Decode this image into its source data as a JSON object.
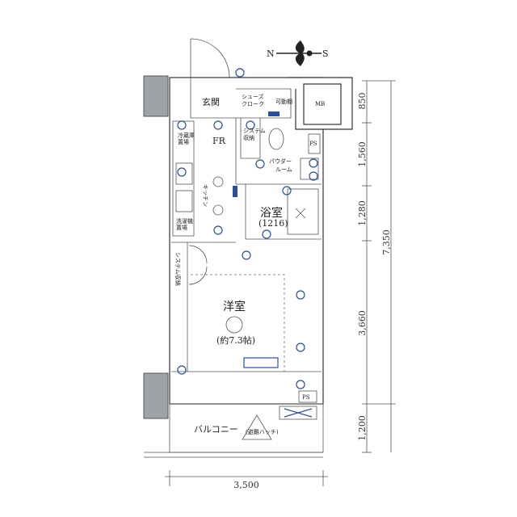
{
  "compass": {
    "n": "N",
    "s": "S"
  },
  "rooms": {
    "genkan": "玄関",
    "shoes_closet": "シューズ\nクローク",
    "fr": "FR",
    "sub_system": "システム\n収納",
    "mb": "MB",
    "kitchen": "キッチン",
    "powder_room": "パウダー\nルーム",
    "bathroom": "浴室",
    "bath_size": "(1216)",
    "system_storage": "システム収納",
    "western_room": "洋室",
    "western_size": "(約7.3帖)",
    "balcony": "バルコニー",
    "emergency_hatch": "(避難ハッチ)",
    "ps_top": "PS",
    "ps_bottom": "PS",
    "fridge": "冷蔵庫\n置場",
    "washer": "洗濯機\n置場",
    "shelf": "可動棚"
  },
  "dimensions": {
    "right": [
      "850",
      "1,560",
      "1,280",
      "3,660",
      "1,200"
    ],
    "total": "7,350",
    "bottom": "3,500"
  },
  "colors": {
    "blue": "#2a4d9c",
    "wall_gray": "#9ea3a7"
  }
}
